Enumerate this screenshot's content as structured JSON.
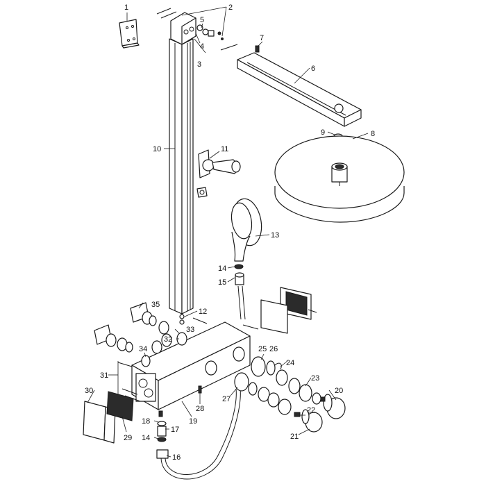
{
  "labels": {
    "p1": "1",
    "p2": "2",
    "p3": "3",
    "p4": "4",
    "p5": "5",
    "p6": "6",
    "p7": "7",
    "p8": "8",
    "p9": "9",
    "p10": "10",
    "p11": "11",
    "p12": "12",
    "p13": "13",
    "p14a": "14",
    "p15": "15",
    "p16": "16",
    "p17": "17",
    "p18": "18",
    "p19": "19",
    "p20": "20",
    "p21": "21",
    "p22": "22",
    "p23": "23",
    "p24": "24",
    "p25": "25",
    "p26": "26",
    "p27": "27",
    "p28": "28",
    "p29": "29",
    "p30": "30",
    "p31": "31",
    "p32": "32",
    "p33": "33",
    "p34": "34",
    "p35": "35",
    "p14b": "14"
  }
}
